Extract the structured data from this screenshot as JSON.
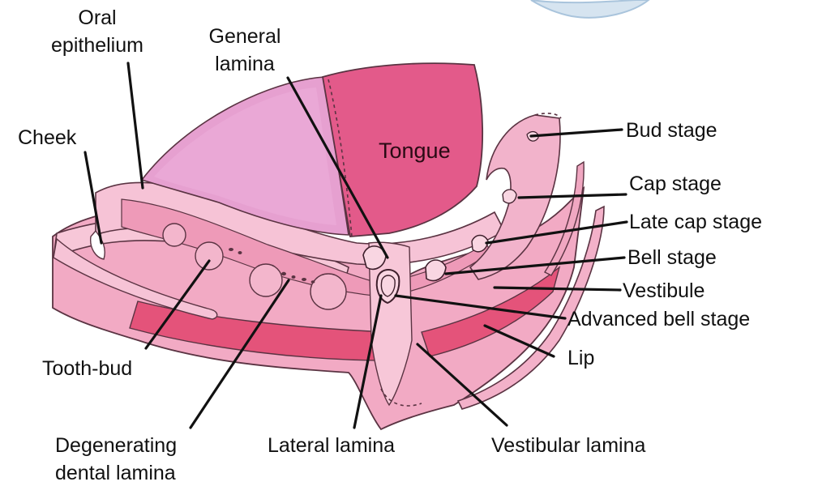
{
  "labels": {
    "oral_epithelium": [
      "Oral",
      "epithelium"
    ],
    "general_lamina": [
      "General",
      "lamina"
    ],
    "cheek": "Cheek",
    "tongue": "Tongue",
    "bud_stage": "Bud stage",
    "cap_stage": "Cap stage",
    "late_cap_stage": "Late cap stage",
    "bell_stage": "Bell stage",
    "vestibule": "Vestibule",
    "advanced_bell_stage": "Advanced bell stage",
    "lip": "Lip",
    "tooth_bud": "Tooth-bud",
    "degenerating_dental_lamina": [
      "Degenerating",
      "dental lamina"
    ],
    "lateral_lamina": "Lateral lamina",
    "vestibular_lamina": "Vestibular lamina"
  },
  "colors": {
    "tongue": "#e35a8a",
    "palate": "#e6a0d0",
    "tissue_light": "#f6c3d6",
    "tissue_mid": "#ee9ab8",
    "lip_band": "#e4537a",
    "outline": "#5a3342",
    "leader": "#111111"
  }
}
